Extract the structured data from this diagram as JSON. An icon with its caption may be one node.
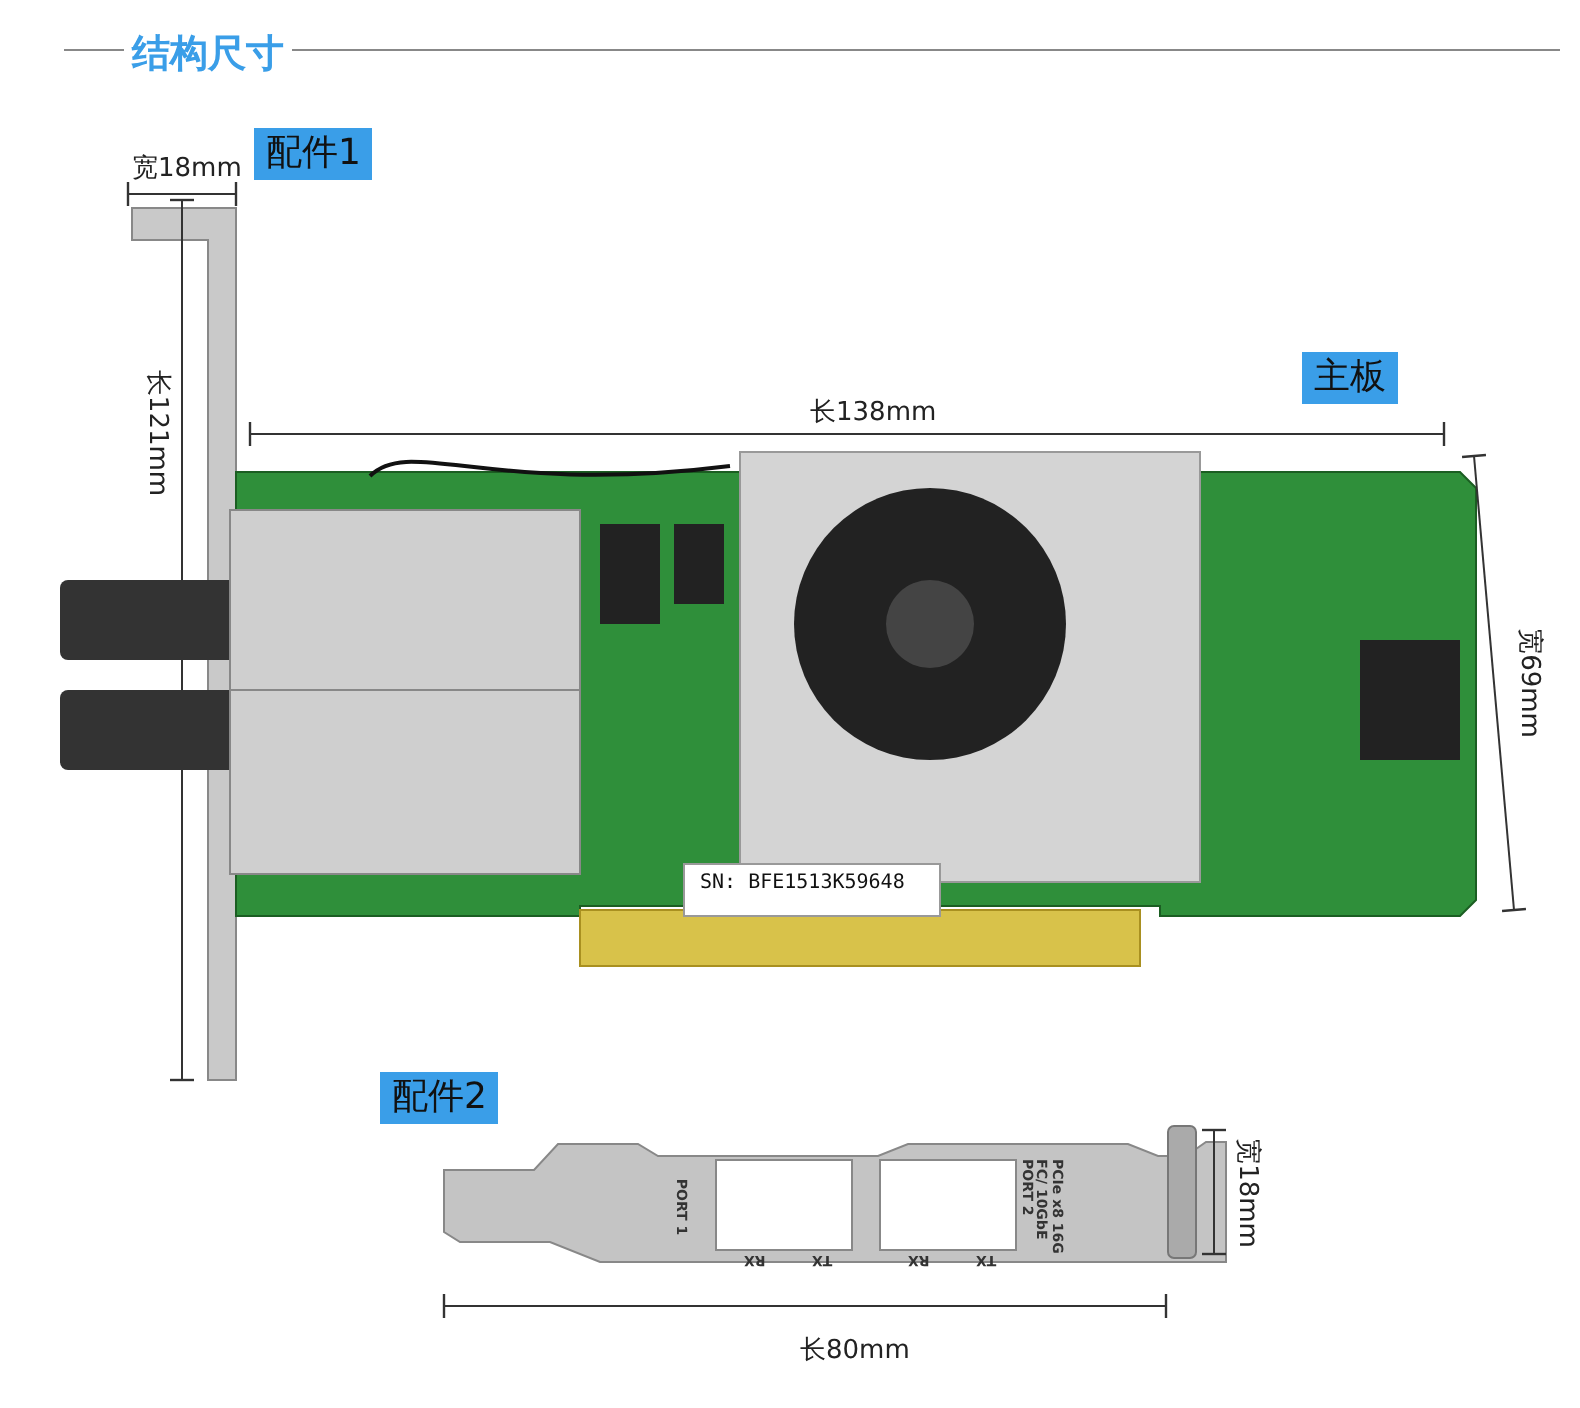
{
  "diagram": {
    "title": "结构尺寸",
    "labels": [
      "配件1",
      "宽18mm",
      "主板",
      "长138mm",
      "长121mm",
      "宽69mm",
      "SN: BFE1513K59648",
      "配件2",
      "PORT 1",
      "RX",
      "TX",
      "RX",
      "TX",
      "PCIe x8 16G FC/ 10GbE PORT 2",
      "宽18mm",
      "长80mm"
    ]
  }
}
